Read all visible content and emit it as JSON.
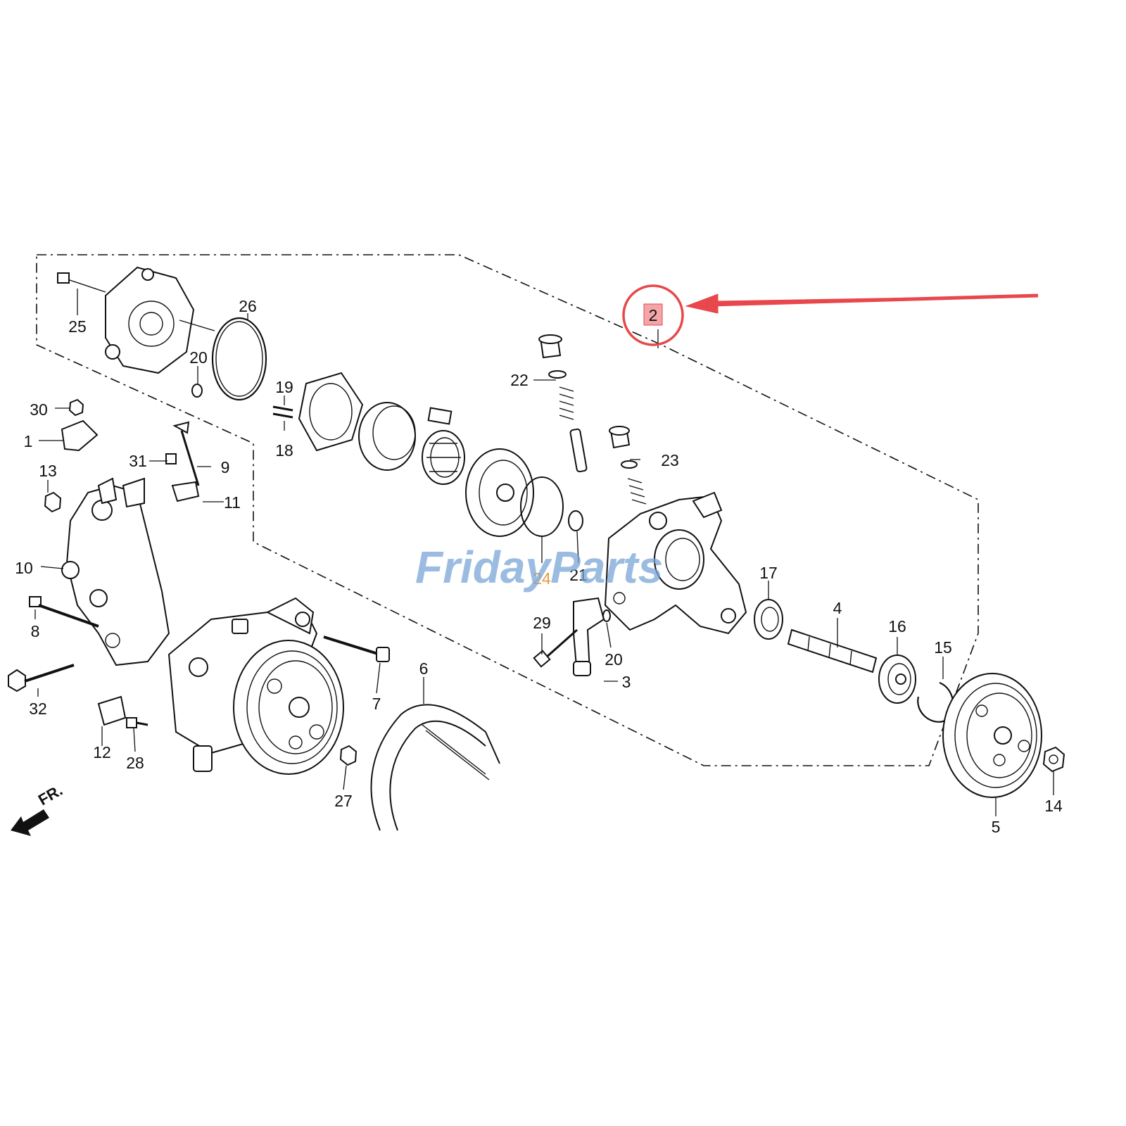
{
  "diagram": {
    "part_numbers": [
      "1",
      "2",
      "3",
      "4",
      "5",
      "6",
      "7",
      "8",
      "9",
      "10",
      "11",
      "12",
      "13",
      "14",
      "15",
      "16",
      "17",
      "18",
      "19",
      "20",
      "20",
      "21",
      "22",
      "23",
      "24",
      "25",
      "26",
      "27",
      "28",
      "29",
      "30",
      "31",
      "32"
    ],
    "highlighted_part": "2",
    "direction_label": "FR.",
    "watermark": "FridayParts",
    "colors": {
      "highlight": "#e8474b",
      "highlight_fill": "#f3a6aa",
      "line": "#111111",
      "watermark": "#7aa6d6",
      "watermark_accent": "#f0a040"
    }
  }
}
